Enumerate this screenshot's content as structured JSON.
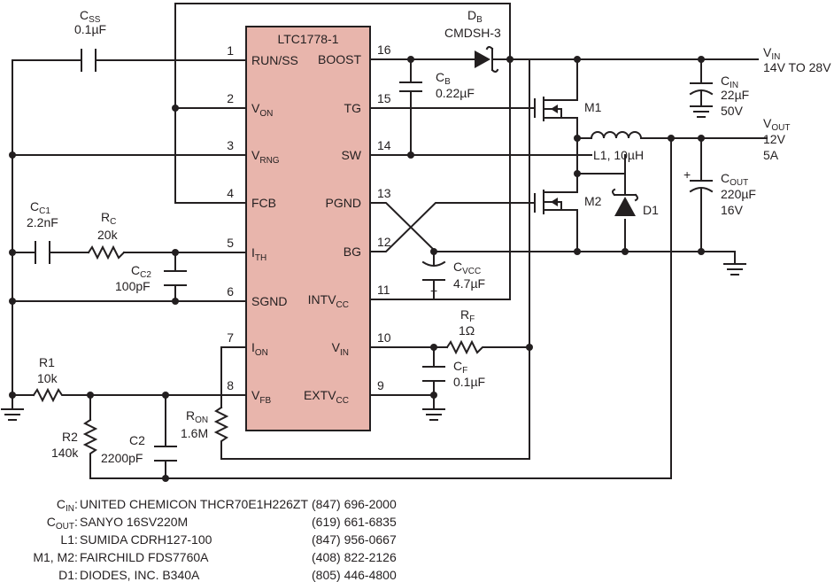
{
  "ic": {
    "name": "LTC1778-1",
    "body_color": "#e8b5ac",
    "left_pins": [
      {
        "num": "1",
        "base": "RUN/SS",
        "sub": ""
      },
      {
        "num": "2",
        "base": "V",
        "sub": "ON"
      },
      {
        "num": "3",
        "base": "V",
        "sub": "RNG"
      },
      {
        "num": "4",
        "base": "FCB",
        "sub": ""
      },
      {
        "num": "5",
        "base": "I",
        "sub": "TH"
      },
      {
        "num": "6",
        "base": "SGND",
        "sub": ""
      },
      {
        "num": "7",
        "base": "I",
        "sub": "ON"
      },
      {
        "num": "8",
        "base": "V",
        "sub": "FB"
      }
    ],
    "right_pins": [
      {
        "num": "16",
        "base": "BOOST",
        "sub": ""
      },
      {
        "num": "15",
        "base": "TG",
        "sub": ""
      },
      {
        "num": "14",
        "base": "SW",
        "sub": ""
      },
      {
        "num": "13",
        "base": "PGND",
        "sub": ""
      },
      {
        "num": "12",
        "base": "BG",
        "sub": ""
      },
      {
        "num": "11",
        "base": "INTV",
        "sub": "CC"
      },
      {
        "num": "10",
        "base": "V",
        "sub": "IN"
      },
      {
        "num": "9",
        "base": "EXTV",
        "sub": "CC"
      }
    ]
  },
  "components": {
    "css": {
      "name": "C",
      "sub": "SS",
      "value": "0.1µF"
    },
    "db": {
      "name": "D",
      "sub": "B",
      "value": "CMDSH-3"
    },
    "cb": {
      "name": "C",
      "sub": "B",
      "value": "0.22µF"
    },
    "cc1": {
      "name": "C",
      "sub": "C1",
      "value": "2.2nF"
    },
    "rc": {
      "name": "R",
      "sub": "C",
      "value": "20k"
    },
    "cc2": {
      "name": "C",
      "sub": "C2",
      "value": "100pF"
    },
    "cvcc": {
      "name": "C",
      "sub": "VCC",
      "value": "4.7µF"
    },
    "rf": {
      "name": "R",
      "sub": "F",
      "value": "1Ω"
    },
    "cf": {
      "name": "C",
      "sub": "F",
      "value": "0.1µF"
    },
    "r1": {
      "name": "R1",
      "value": "10k"
    },
    "r2": {
      "name": "R2",
      "value": "140k"
    },
    "c2": {
      "name": "C2",
      "value": "2200pF"
    },
    "ron": {
      "name": "R",
      "sub": "ON",
      "value": "1.6M"
    },
    "m1": {
      "name": "M1"
    },
    "m2": {
      "name": "M2"
    },
    "d1": {
      "name": "D1"
    },
    "l1": {
      "name": "L1, 10µH"
    },
    "cin": {
      "name": "C",
      "sub": "IN",
      "value": "22µF",
      "value2": "50V"
    },
    "cout": {
      "name": "C",
      "sub": "OUT",
      "value": "220µF",
      "value2": "16V"
    }
  },
  "nets": {
    "vin": {
      "name": "V",
      "sub": "IN",
      "value": "14V TO 28V"
    },
    "vout": {
      "name": "V",
      "sub": "OUT",
      "value": "12V",
      "value2": "5A"
    }
  },
  "polarity": "+",
  "bom": [
    {
      "part": "C",
      "sub": "IN",
      "suffix": ":",
      "desc": "UNITED CHEMICON THCR70E1H226ZT",
      "phone": "(847) 696-2000"
    },
    {
      "part": "C",
      "sub": "OUT",
      "suffix": ":",
      "desc": "SANYO 16SV220M",
      "phone": "(619) 661-6835"
    },
    {
      "part": "L1",
      "sub": "",
      "suffix": ":",
      "desc": "SUMIDA CDRH127-100",
      "phone": "(847) 956-0667"
    },
    {
      "part": "M1, M2",
      "sub": "",
      "suffix": ":",
      "desc": "FAIRCHILD FDS7760A",
      "phone": "(408) 822-2126"
    },
    {
      "part": "D1",
      "sub": "",
      "suffix": ":",
      "desc": "DIODES, INC. B340A",
      "phone": "(805) 446-4800"
    }
  ]
}
